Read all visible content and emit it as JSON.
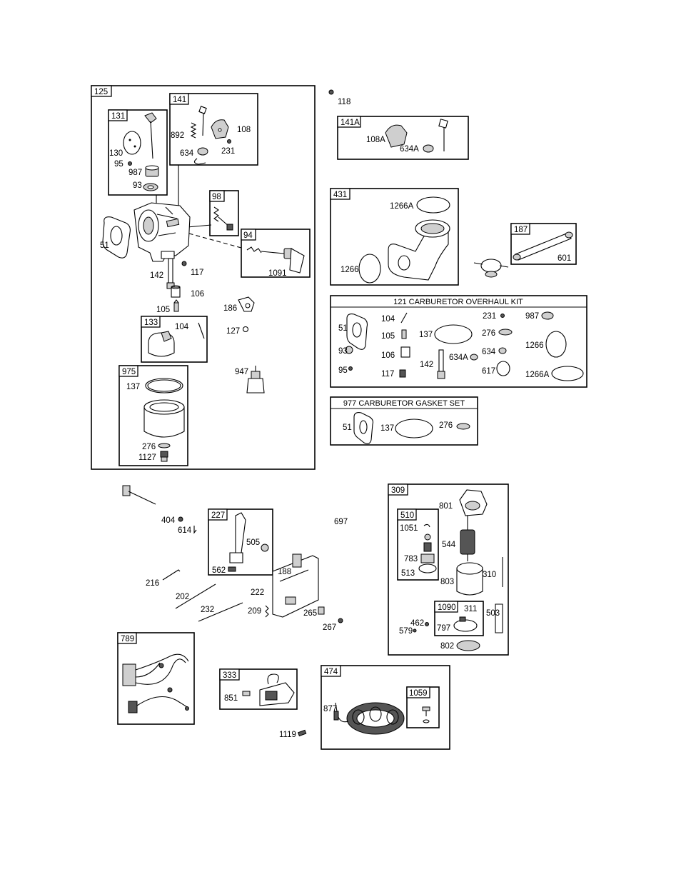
{
  "boxes": {
    "b125": "125",
    "b141": "141",
    "b131": "131",
    "b98": "98",
    "b94": "94",
    "b133": "133",
    "b975": "975",
    "b141a": "141A",
    "b431": "431",
    "b187": "187",
    "b309": "309",
    "b510": "510",
    "b1090": "1090",
    "b227": "227",
    "b789": "789",
    "b333": "333",
    "b474": "474",
    "b1059": "1059"
  },
  "kits": {
    "overhaul_title": "121 CARBURETOR OVERHAUL KIT",
    "gasket_title": "977 CARBURETOR GASKET SET"
  },
  "labels": {
    "l118": "118",
    "l892": "892",
    "l108": "108",
    "l634": "634",
    "l231": "231",
    "l130": "130",
    "l95": "95",
    "l987": "987",
    "l93": "93",
    "l51": "51",
    "l142": "142",
    "l117": "117",
    "l106": "106",
    "l105": "105",
    "l1091": "1091",
    "l186": "186",
    "l104": "104",
    "l127": "127",
    "l947": "947",
    "l137": "137",
    "l276": "276",
    "l1127": "1127",
    "l108a": "108A",
    "l634a": "634A",
    "l1266a": "1266A",
    "l1266": "1266",
    "l601": "601",
    "k51": "51",
    "k104": "104",
    "k105": "105",
    "k93": "93",
    "k106": "106",
    "k95": "95",
    "k117": "117",
    "k137": "137",
    "k142": "142",
    "k634a": "634A",
    "k231": "231",
    "k987": "987",
    "k276": "276",
    "k634": "634",
    "k617": "617",
    "k1266": "1266",
    "k1266a": "1266A",
    "g51": "51",
    "g137": "137",
    "g276": "276",
    "l404": "404",
    "l614": "614",
    "l697": "697",
    "l505": "505",
    "l562": "562",
    "l216": "216",
    "l202": "202",
    "l232": "232",
    "l188": "188",
    "l222": "222",
    "l209": "209",
    "l265": "265",
    "l267": "267",
    "l801": "801",
    "l1051": "1051",
    "l544": "544",
    "l783": "783",
    "l513": "513",
    "l803": "803",
    "l310": "310",
    "l462": "462",
    "l579": "579",
    "l311": "311",
    "l797": "797",
    "l503": "503",
    "l802": "802",
    "l851": "851",
    "l1119": "1119",
    "l877": "877"
  }
}
